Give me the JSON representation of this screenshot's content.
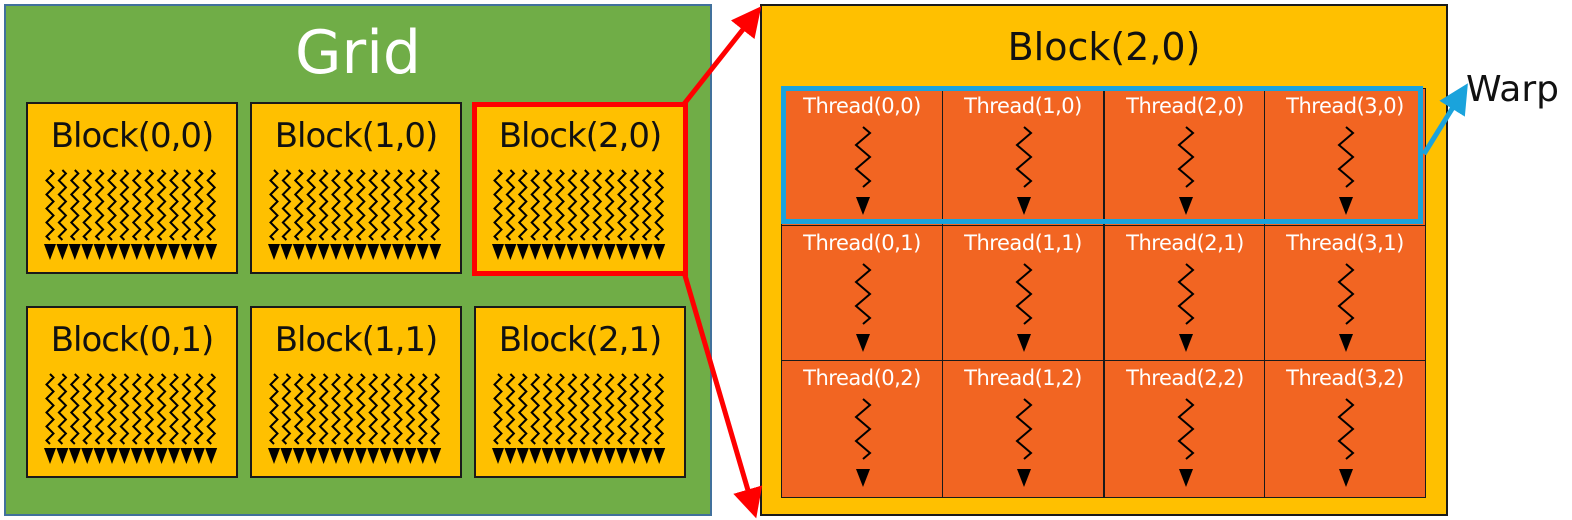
{
  "grid": {
    "title": "Grid",
    "blocks": [
      {
        "label": "Block(0,0)"
      },
      {
        "label": "Block(1,0)"
      },
      {
        "label": "Block(2,0)"
      },
      {
        "label": "Block(0,1)"
      },
      {
        "label": "Block(1,1)"
      },
      {
        "label": "Block(2,1)"
      }
    ]
  },
  "detail": {
    "title": "Block(2,0)",
    "threads": [
      {
        "label": "Thread(0,0)"
      },
      {
        "label": "Thread(1,0)"
      },
      {
        "label": "Thread(2,0)"
      },
      {
        "label": "Thread(3,0)"
      },
      {
        "label": "Thread(0,1)"
      },
      {
        "label": "Thread(1,1)"
      },
      {
        "label": "Thread(2,1)"
      },
      {
        "label": "Thread(3,1)"
      },
      {
        "label": "Thread(0,2)"
      },
      {
        "label": "Thread(1,2)"
      },
      {
        "label": "Thread(2,2)"
      },
      {
        "label": "Thread(3,2)"
      }
    ]
  },
  "warp": {
    "label": "Warp"
  },
  "colors": {
    "grid_bg": "#70ad47",
    "block_bg": "#ffc000",
    "thread_bg": "#f26522",
    "highlight": "#ff0000",
    "warp": "#1aa3dc"
  }
}
